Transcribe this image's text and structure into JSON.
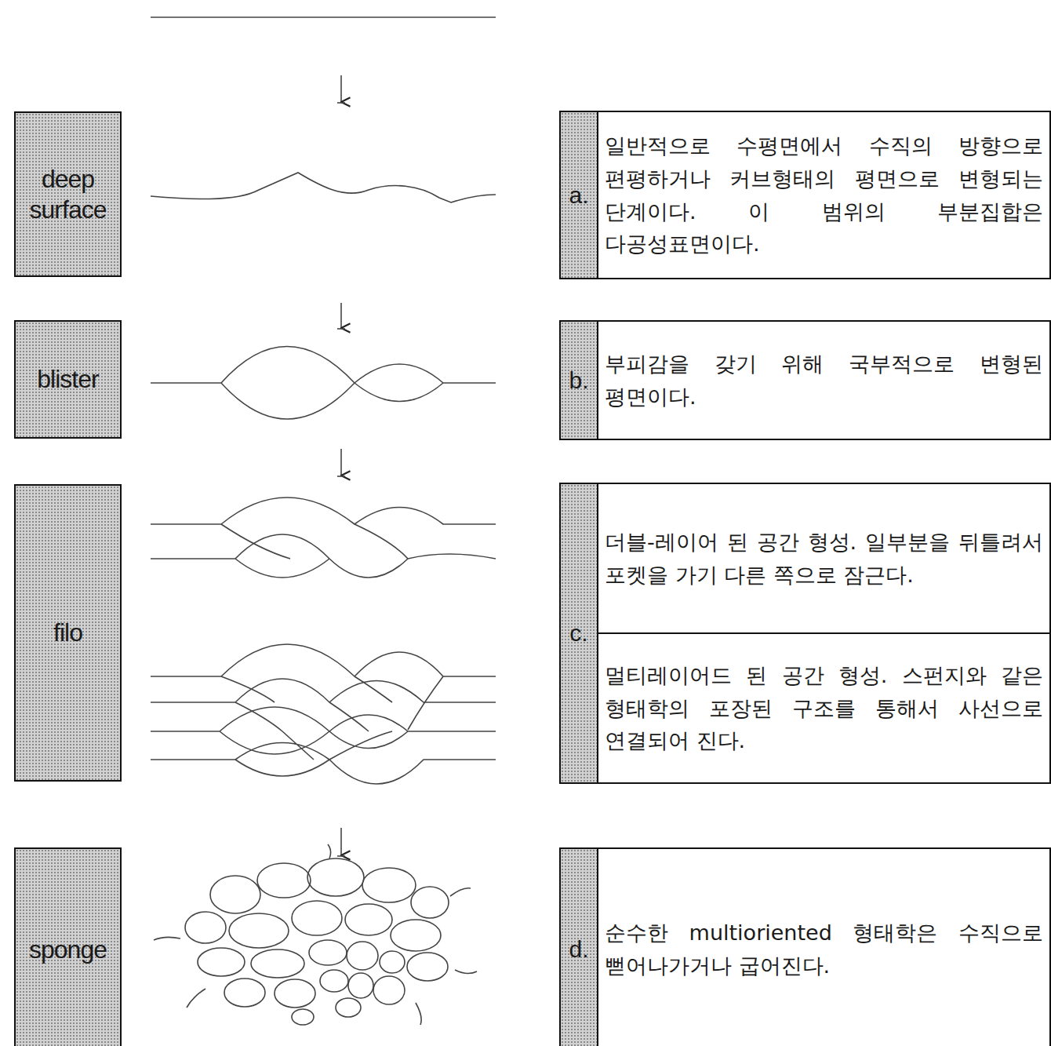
{
  "diagram": {
    "nodes": [
      {
        "text": [
          "deep surface"
        ]
      },
      {
        "text": [
          "a.",
          "일반적으로 수평면에서 수직의 방향으로 편평하거나 커브형태의 평면으로 변형되는 단계이다. 이 범위의 부분집합은 다공성표면이다."
        ]
      },
      {
        "text": [
          "blister"
        ]
      },
      {
        "text": [
          "b.",
          "부피감을 갖기 위해 국부적으로 변형된 평면이다."
        ]
      },
      {
        "text": [
          "filo"
        ]
      },
      {
        "text": [
          "c.",
          "더블-레이어 된 공간 형성. 일부분을 뒤틀려서 포켓을 가기 다른 쪽으로 잠근다.",
          "멀티레이어드 된 공간 형성. 스펀지와 같은 형태학의 포장된 구조를 통해서 사선으로 연결되어 진다."
        ]
      },
      {
        "text": [
          "sponge"
        ]
      },
      {
        "text": [
          "d.",
          "순수한 multioriented 형태학은 수직으로 뻗어나가거나 굽어진다."
        ]
      }
    ],
    "edges": []
  }
}
